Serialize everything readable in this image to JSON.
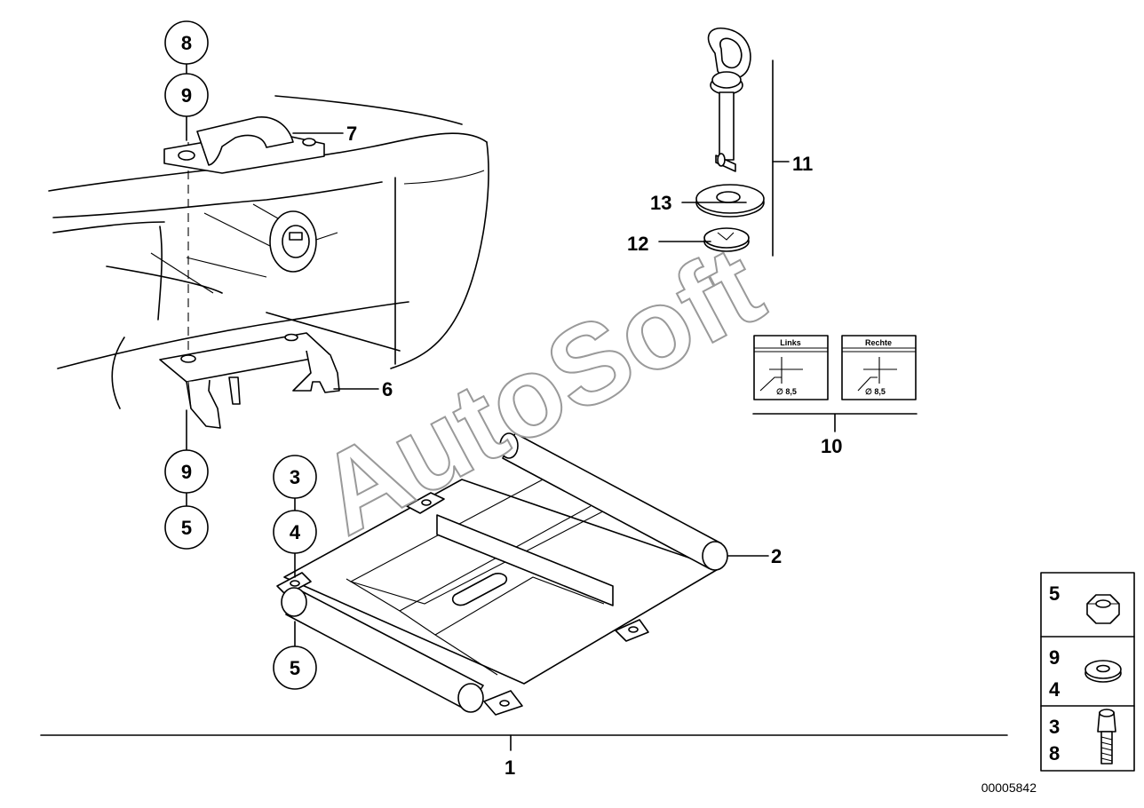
{
  "callouts": {
    "main_assembly": "1",
    "rack": "2",
    "bracket_clip": "6",
    "top_handle": "7",
    "labels_set": "10",
    "lock_pin": "11",
    "washer_12": "12",
    "washer_13": "13"
  },
  "circled": {
    "top_a": "8",
    "top_b": "9",
    "bottom_a": "9",
    "bottom_b": "5",
    "rack_a": "3",
    "rack_b": "4",
    "rack_c": "5"
  },
  "labels": {
    "left_title": "Links",
    "left_dim": "∅ 8,5",
    "right_title": "Rechte",
    "right_dim": "∅ 8,5"
  },
  "legend": {
    "row1": [
      "5"
    ],
    "row2": [
      "9",
      "4"
    ],
    "row3": [
      "3",
      "8"
    ]
  },
  "icons": {
    "row1": "hex-nut-icon",
    "row2": "washer-icon",
    "row3": "bolt-icon"
  },
  "watermark": "AutoSoft",
  "diagram_code": "00005842"
}
